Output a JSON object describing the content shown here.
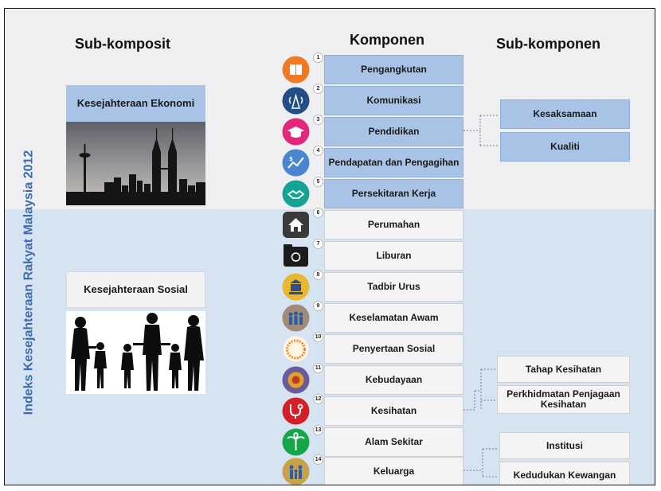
{
  "headings": {
    "sub_komposit": "Sub-komposit",
    "komponen": "Komponen",
    "sub_komponen": "Sub-komponen"
  },
  "vertical_title": "Indeks Kesejahteraan Rakyat Malaysia 2012",
  "sub_komposit": {
    "ekonomi": "Kesejahteraan Ekonomi",
    "sosial": "Kesejahteraan Sosial"
  },
  "komponen": [
    {
      "num": "1",
      "label": "Pengangkutan",
      "icon": "book-icon",
      "group": "eco"
    },
    {
      "num": "2",
      "label": "Komunikasi",
      "icon": "antenna-icon",
      "group": "eco"
    },
    {
      "num": "3",
      "label": "Pendidikan",
      "icon": "graduation-cap-icon",
      "group": "eco"
    },
    {
      "num": "4",
      "label": "Pendapatan dan Pengagihan",
      "icon": "income-chart-icon",
      "group": "eco"
    },
    {
      "num": "5",
      "label": "Persekitaran Kerja",
      "icon": "handshake-icon",
      "group": "eco"
    },
    {
      "num": "6",
      "label": "Perumahan",
      "icon": "house-icon",
      "group": "soc"
    },
    {
      "num": "7",
      "label": "Liburan",
      "icon": "leisure-icon",
      "group": "soc"
    },
    {
      "num": "8",
      "label": "Tadbir Urus",
      "icon": "governance-icon",
      "group": "soc"
    },
    {
      "num": "9",
      "label": "Keselamatan Awam",
      "icon": "public-safety-icon",
      "group": "soc"
    },
    {
      "num": "10",
      "label": "Penyertaan Sosial",
      "icon": "people-circle-icon",
      "group": "soc"
    },
    {
      "num": "11",
      "label": "Kebudayaan",
      "icon": "culture-icon",
      "group": "soc"
    },
    {
      "num": "12",
      "label": "Kesihatan",
      "icon": "stethoscope-icon",
      "group": "soc"
    },
    {
      "num": "13",
      "label": "Alam Sekitar",
      "icon": "palm-tree-icon",
      "group": "soc"
    },
    {
      "num": "14",
      "label": "Keluarga",
      "icon": "family-icon",
      "group": "soc"
    }
  ],
  "sub_komponen": {
    "pendidikan": [
      "Kesaksamaan",
      "Kualiti"
    ],
    "kesihatan": [
      "Tahap Kesihatan",
      "Perkhidmatan Penjagaan Kesihatan"
    ],
    "keluarga": [
      "Institusi",
      "Kedudukan Kewangan"
    ]
  },
  "colors": {
    "economic_box": "#a9c3e6",
    "social_band": "#d6e3f1",
    "title_blue": "#3d6bb0"
  }
}
